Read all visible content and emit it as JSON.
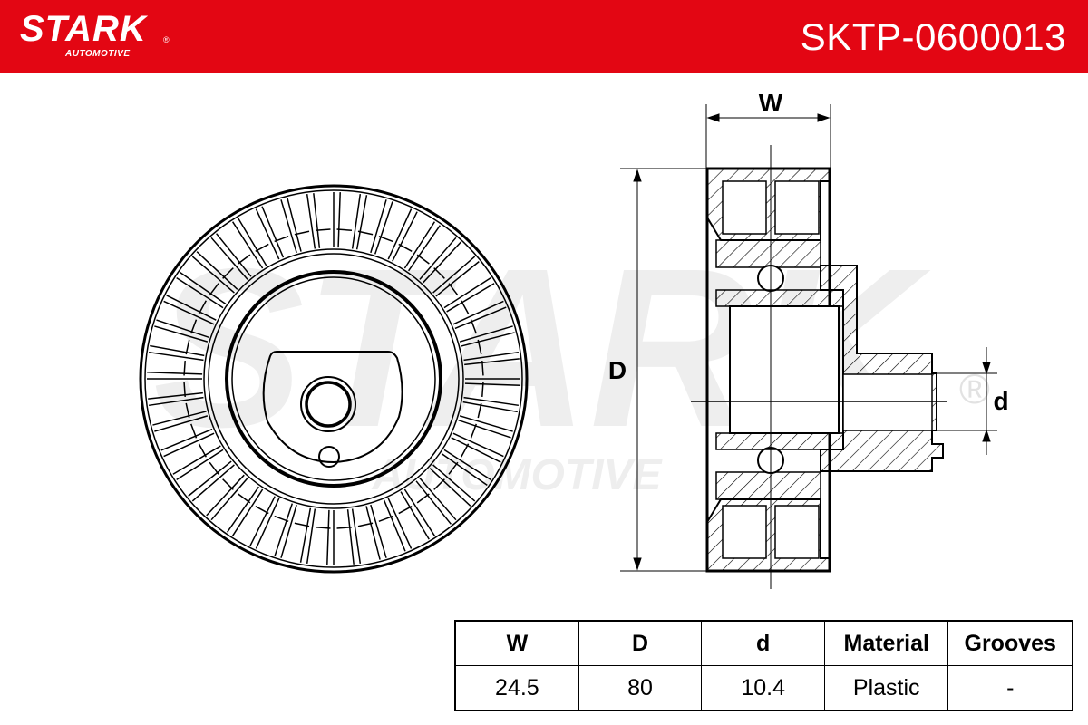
{
  "brand": {
    "name": "STARK",
    "registered": "®",
    "subtitle": "AUTOMOTIVE"
  },
  "part_number": "SKTP-0600013",
  "watermark": {
    "text": "STARK",
    "subtitle": "AUTOMOTIVE",
    "registered": "®"
  },
  "drawing_labels": {
    "width": "W",
    "diameter": "D",
    "bore": "d"
  },
  "spec_table": {
    "headers": [
      "W",
      "D",
      "d",
      "Material",
      "Grooves"
    ],
    "values": [
      "24.5",
      "80",
      "10.4",
      "Plastic",
      "-"
    ]
  },
  "colors": {
    "brand_red": "#e30613",
    "watermark_gray": "#eeeeee"
  }
}
